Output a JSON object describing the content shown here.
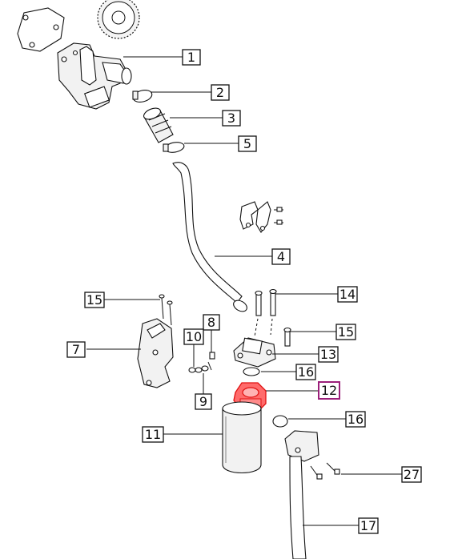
{
  "callouts": [
    {
      "id": "c1",
      "label": "1"
    },
    {
      "id": "c2",
      "label": "2"
    },
    {
      "id": "c3",
      "label": "3"
    },
    {
      "id": "c5",
      "label": "5"
    },
    {
      "id": "c4",
      "label": "4"
    },
    {
      "id": "c15a",
      "label": "15"
    },
    {
      "id": "c14",
      "label": "14"
    },
    {
      "id": "c8",
      "label": "8"
    },
    {
      "id": "c10",
      "label": "10"
    },
    {
      "id": "c15b",
      "label": "15"
    },
    {
      "id": "c7",
      "label": "7"
    },
    {
      "id": "c13",
      "label": "13"
    },
    {
      "id": "c16a",
      "label": "16"
    },
    {
      "id": "c12",
      "label": "12"
    },
    {
      "id": "c9",
      "label": "9"
    },
    {
      "id": "c11",
      "label": "11"
    },
    {
      "id": "c16b",
      "label": "16"
    },
    {
      "id": "c27",
      "label": "27"
    },
    {
      "id": "c17",
      "label": "17"
    }
  ],
  "highlight": {
    "label": "12",
    "color": "#9b1f7a",
    "part_color": "#ff6b6b"
  }
}
